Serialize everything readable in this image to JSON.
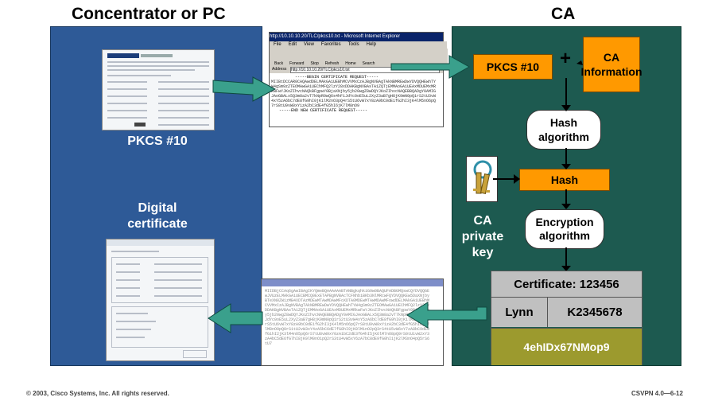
{
  "titles": {
    "left": "Concentrator or PC",
    "right": "CA"
  },
  "left_panel": {
    "pkcs_label": "PKCS #10",
    "digital_cert_label": "Digital\ncertificate"
  },
  "browser": {
    "title": "http://10.10.10.20/TLC/pkcs10.txt - Microsoft Internet Explorer",
    "menus": [
      "File",
      "Edit",
      "View",
      "Favorites",
      "Tools",
      "Help"
    ],
    "tools": [
      "Back",
      "Forward",
      "Stop",
      "Refresh",
      "Home",
      "Search"
    ],
    "address_label": "Address",
    "address": "http://10.10.10.20/TLC/pkcs10.txt",
    "body_first": "-----BEGIN CERTIFICATE REQUEST-----",
    "body_last": "-----END NEW CERTIFICATE REQUEST-----"
  },
  "ca_panel": {
    "pkcs_box": "PKCS #10",
    "plus": "+",
    "ca_info": "CA\nInformation",
    "hash_algorithm": "Hash\nalgorithm",
    "hash": "Hash",
    "encryption_algorithm": "Encryption\nalgorithm",
    "ca_private_key": "CA\nprivate\nkey"
  },
  "certificate": {
    "header": "Certificate: 123456",
    "name": "Lynn",
    "key": "K2345678",
    "signature": "4ehIDx67NMop9"
  },
  "footer": {
    "copyright": "© 2003, Cisco Systems, Inc. All rights reserved.",
    "course": "CSVPN 4.0—6-12"
  },
  "colors": {
    "orange": "#ff9900",
    "left_panel": "#2e5a97",
    "right_panel": "#1d5a50",
    "arrow": "#3a9c8c",
    "cert_signature": "#9c9a2e"
  }
}
